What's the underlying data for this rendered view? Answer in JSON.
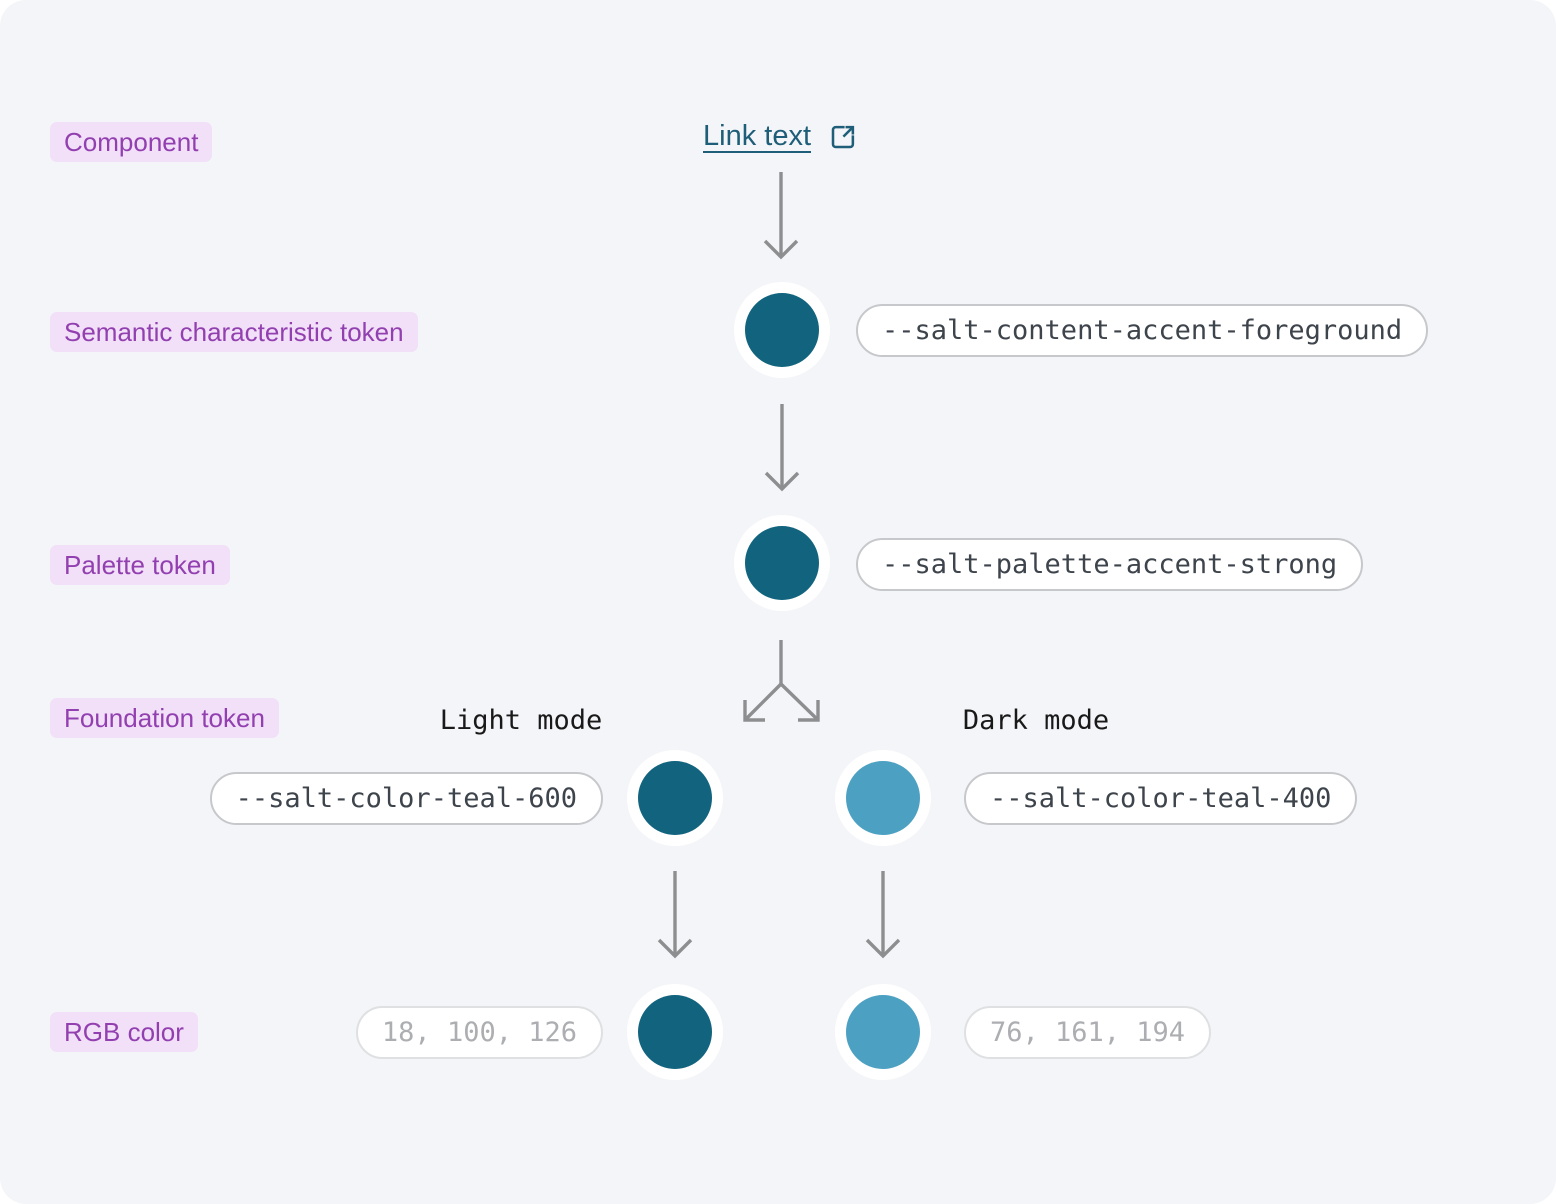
{
  "colors": {
    "canvas_bg": "#F4F5F8",
    "label_bg": "#F2DFF8",
    "label_text": "#9240B0",
    "link": "#1E5E78",
    "arrow": "#8D8E90",
    "pill_border": "#C6C8CB",
    "pill_text": "#3E444C",
    "rgb_pill_border": "#DEE0E2",
    "rgb_pill_text": "#ACAEB1",
    "dark_teal": "#12647E",
    "light_teal": "#4CA1C2"
  },
  "category_labels": {
    "component": "Component",
    "semantic": "Semantic characteristic token",
    "palette": "Palette token",
    "foundation": "Foundation token",
    "rgb": "RGB color"
  },
  "link": {
    "text": "Link text"
  },
  "icons": {
    "link": "external-link-icon"
  },
  "tokens": {
    "semantic": "--salt-content-accent-foreground",
    "palette": "--salt-palette-accent-strong",
    "foundation_light": "--salt-color-teal-600",
    "foundation_dark": "--salt-color-teal-400"
  },
  "rgb_values": {
    "light": "18, 100, 126",
    "dark": "76, 161, 194"
  },
  "modes": {
    "light": "Light mode",
    "dark": "Dark mode"
  }
}
